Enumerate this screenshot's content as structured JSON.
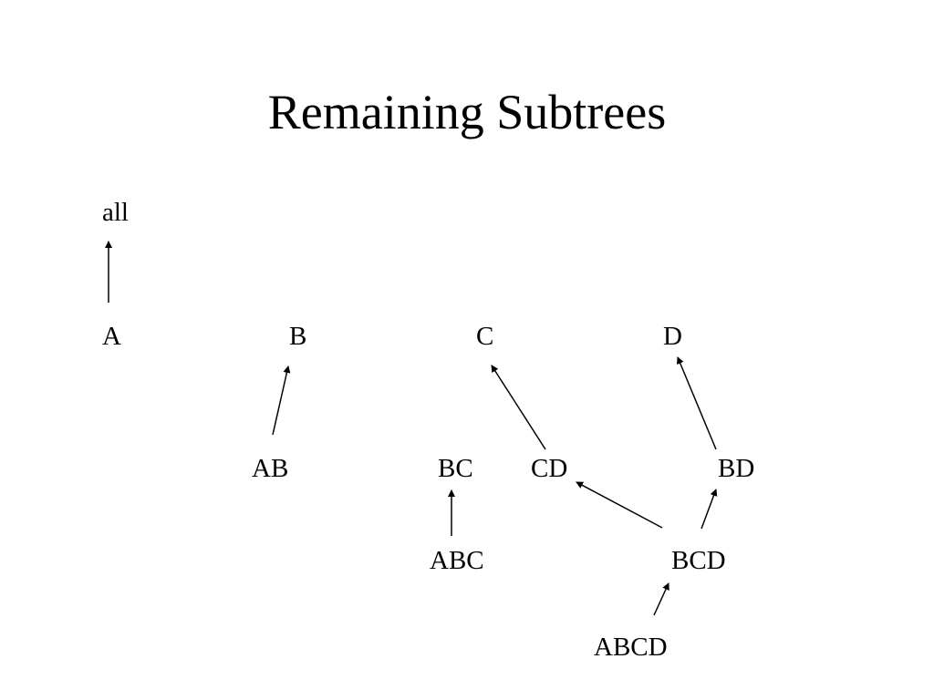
{
  "title": "Remaining Subtrees",
  "colors": {
    "ink": "#000000",
    "background": "#ffffff"
  },
  "nodes": {
    "all": "all",
    "a": "A",
    "b": "B",
    "c": "C",
    "d": "D",
    "ab": "AB",
    "bc": "BC",
    "cd": "CD",
    "bd": "BD",
    "abc": "ABC",
    "bcd": "BCD",
    "abcd": "ABCD"
  },
  "edges": [
    {
      "from": "a",
      "to": "all"
    },
    {
      "from": "ab",
      "to": "b"
    },
    {
      "from": "cd",
      "to": "c"
    },
    {
      "from": "bd",
      "to": "d"
    },
    {
      "from": "abc",
      "to": "bc"
    },
    {
      "from": "bcd",
      "to": "cd"
    },
    {
      "from": "bcd",
      "to": "bd"
    },
    {
      "from": "abcd",
      "to": "bcd"
    }
  ]
}
